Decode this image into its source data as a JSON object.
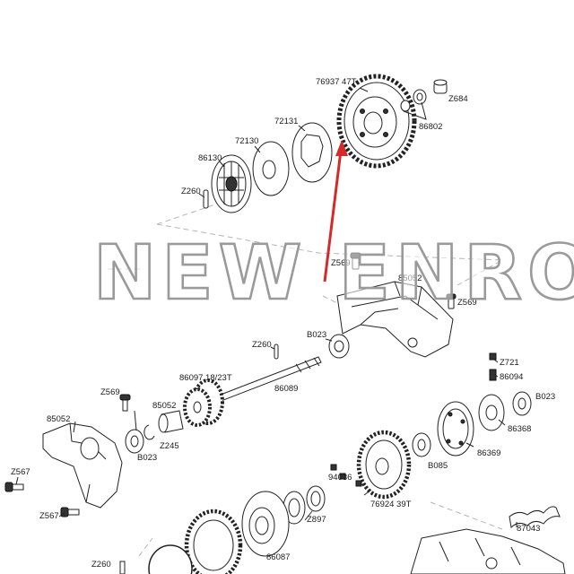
{
  "labels": {
    "p76937": "76937 47T",
    "pZ684": "Z684",
    "p86802": "86802",
    "p72131": "72131",
    "p72130": "72130",
    "p86130": "86130",
    "pZ260a": "Z260",
    "pZ569a": "Z569",
    "p85052a": "85052",
    "pZ569b": "Z569",
    "pB023a": "B023",
    "pZ260b": "Z260",
    "p86097": "86097 18/23T",
    "p86089": "86089",
    "pZ721": "Z721",
    "p86094": "86094",
    "pB023b": "B023",
    "pZ569c": "Z569",
    "p85052b": "85052",
    "p85052c": "85052",
    "pZ245": "Z245",
    "pB023c": "B023",
    "p86368": "86368",
    "p86369": "86369",
    "pB085": "B085",
    "p94036": "94036",
    "p76924": "76924 39T",
    "pZ567a": "Z567",
    "pZ567b": "Z567",
    "pZ897": "Z897",
    "p86087": "86087",
    "p87043": "87043",
    "pZ260c": "Z260"
  },
  "watermark": "NEW ENRON",
  "colors": {
    "arrow": "#d42a2a",
    "watermark_outline": "#9a9a9a",
    "line": "#222222"
  }
}
